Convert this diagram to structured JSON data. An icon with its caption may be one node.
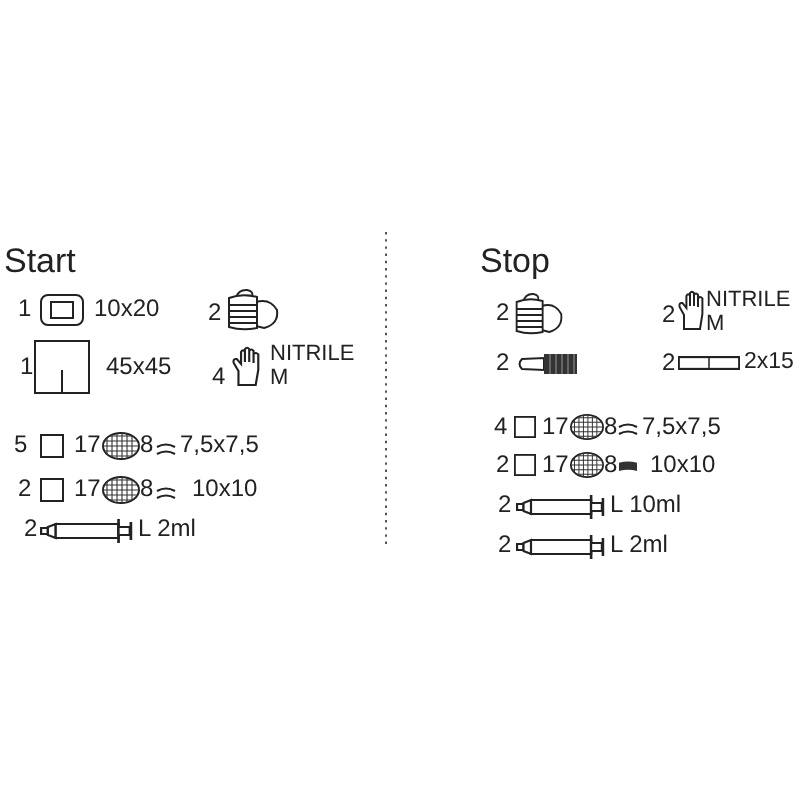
{
  "diagram": {
    "labels": [
      "Start",
      "1",
      "10x20",
      "2",
      "1",
      "45x45",
      "4",
      "NITRILE M",
      "5",
      "17",
      "8",
      "7,5x7,5",
      "2",
      "17",
      "8",
      "10x10",
      "2",
      "L 2ml",
      "Stop",
      "2",
      "2",
      "NITRILE M",
      "2",
      "2",
      "2x15",
      "4",
      "17",
      "8",
      "7,5x7,5",
      "2",
      "17",
      "8",
      "10x10",
      "2",
      "L 10ml",
      "2",
      "L 2ml"
    ]
  }
}
